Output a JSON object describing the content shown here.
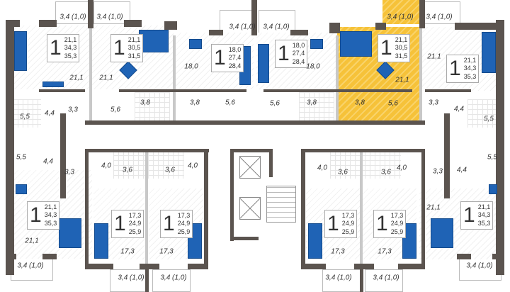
{
  "plan": {
    "colors": {
      "wall": "#5b544f",
      "furniture": "#1f63b5",
      "highlight": "#f6c239"
    },
    "units": [
      {
        "rooms": "1",
        "living": "21,1",
        "total": "34,3",
        "reduced": "35,3"
      },
      {
        "rooms": "1",
        "living": "21,1",
        "total": "30,5",
        "reduced": "31,5"
      },
      {
        "rooms": "1",
        "living": "18,0",
        "total": "27,4",
        "reduced": "28,4"
      },
      {
        "rooms": "1",
        "living": "18,0",
        "total": "27,4",
        "reduced": "28,4"
      },
      {
        "rooms": "1",
        "living": "21,1",
        "total": "30,5",
        "reduced": "31,5",
        "highlighted": true
      },
      {
        "rooms": "1",
        "living": "21,1",
        "total": "34,3",
        "reduced": "35,3"
      },
      {
        "rooms": "1",
        "living": "21,1",
        "total": "34,3",
        "reduced": "35,3"
      },
      {
        "rooms": "1",
        "living": "17,3",
        "total": "24,9",
        "reduced": "25,9"
      },
      {
        "rooms": "1",
        "living": "17,3",
        "total": "24,9",
        "reduced": "25,9"
      },
      {
        "rooms": "1",
        "living": "17,3",
        "total": "24,9",
        "reduced": "25,9"
      },
      {
        "rooms": "1",
        "living": "17,3",
        "total": "24,9",
        "reduced": "25,9"
      },
      {
        "rooms": "1",
        "living": "21,1",
        "total": "34,3",
        "reduced": "35,3"
      }
    ],
    "balconies": [
      "3,4 (1,0)",
      "3,4 (1,0)",
      "3,4 (1,0)",
      "3,4 (1,0)",
      "3,4 (1,0)",
      "3,4 (1,0)",
      "3,4 (1,0)",
      "3,4 (1,0)",
      "3,4 (1,0)",
      "3,4 (1,0)",
      "3,4 (1,0)",
      "3,4 (1,0)"
    ],
    "rooms": [
      "21,1",
      "21,1",
      "18,0",
      "18,0",
      "21,1",
      "21,1",
      "3,3",
      "5,6",
      "3,8",
      "3,8",
      "5,6",
      "5,6",
      "3,8",
      "3,8",
      "5,6",
      "3,3",
      "5,5",
      "4,4",
      "4,4",
      "5,5",
      "5,5",
      "4,4",
      "3,3",
      "4,0",
      "3,6",
      "3,6",
      "4,0",
      "4,0",
      "3,6",
      "3,6",
      "4,0",
      "3,3",
      "4,4",
      "5,5",
      "21,1",
      "17,3",
      "17,3",
      "17,3",
      "17,3",
      "21,1"
    ]
  }
}
